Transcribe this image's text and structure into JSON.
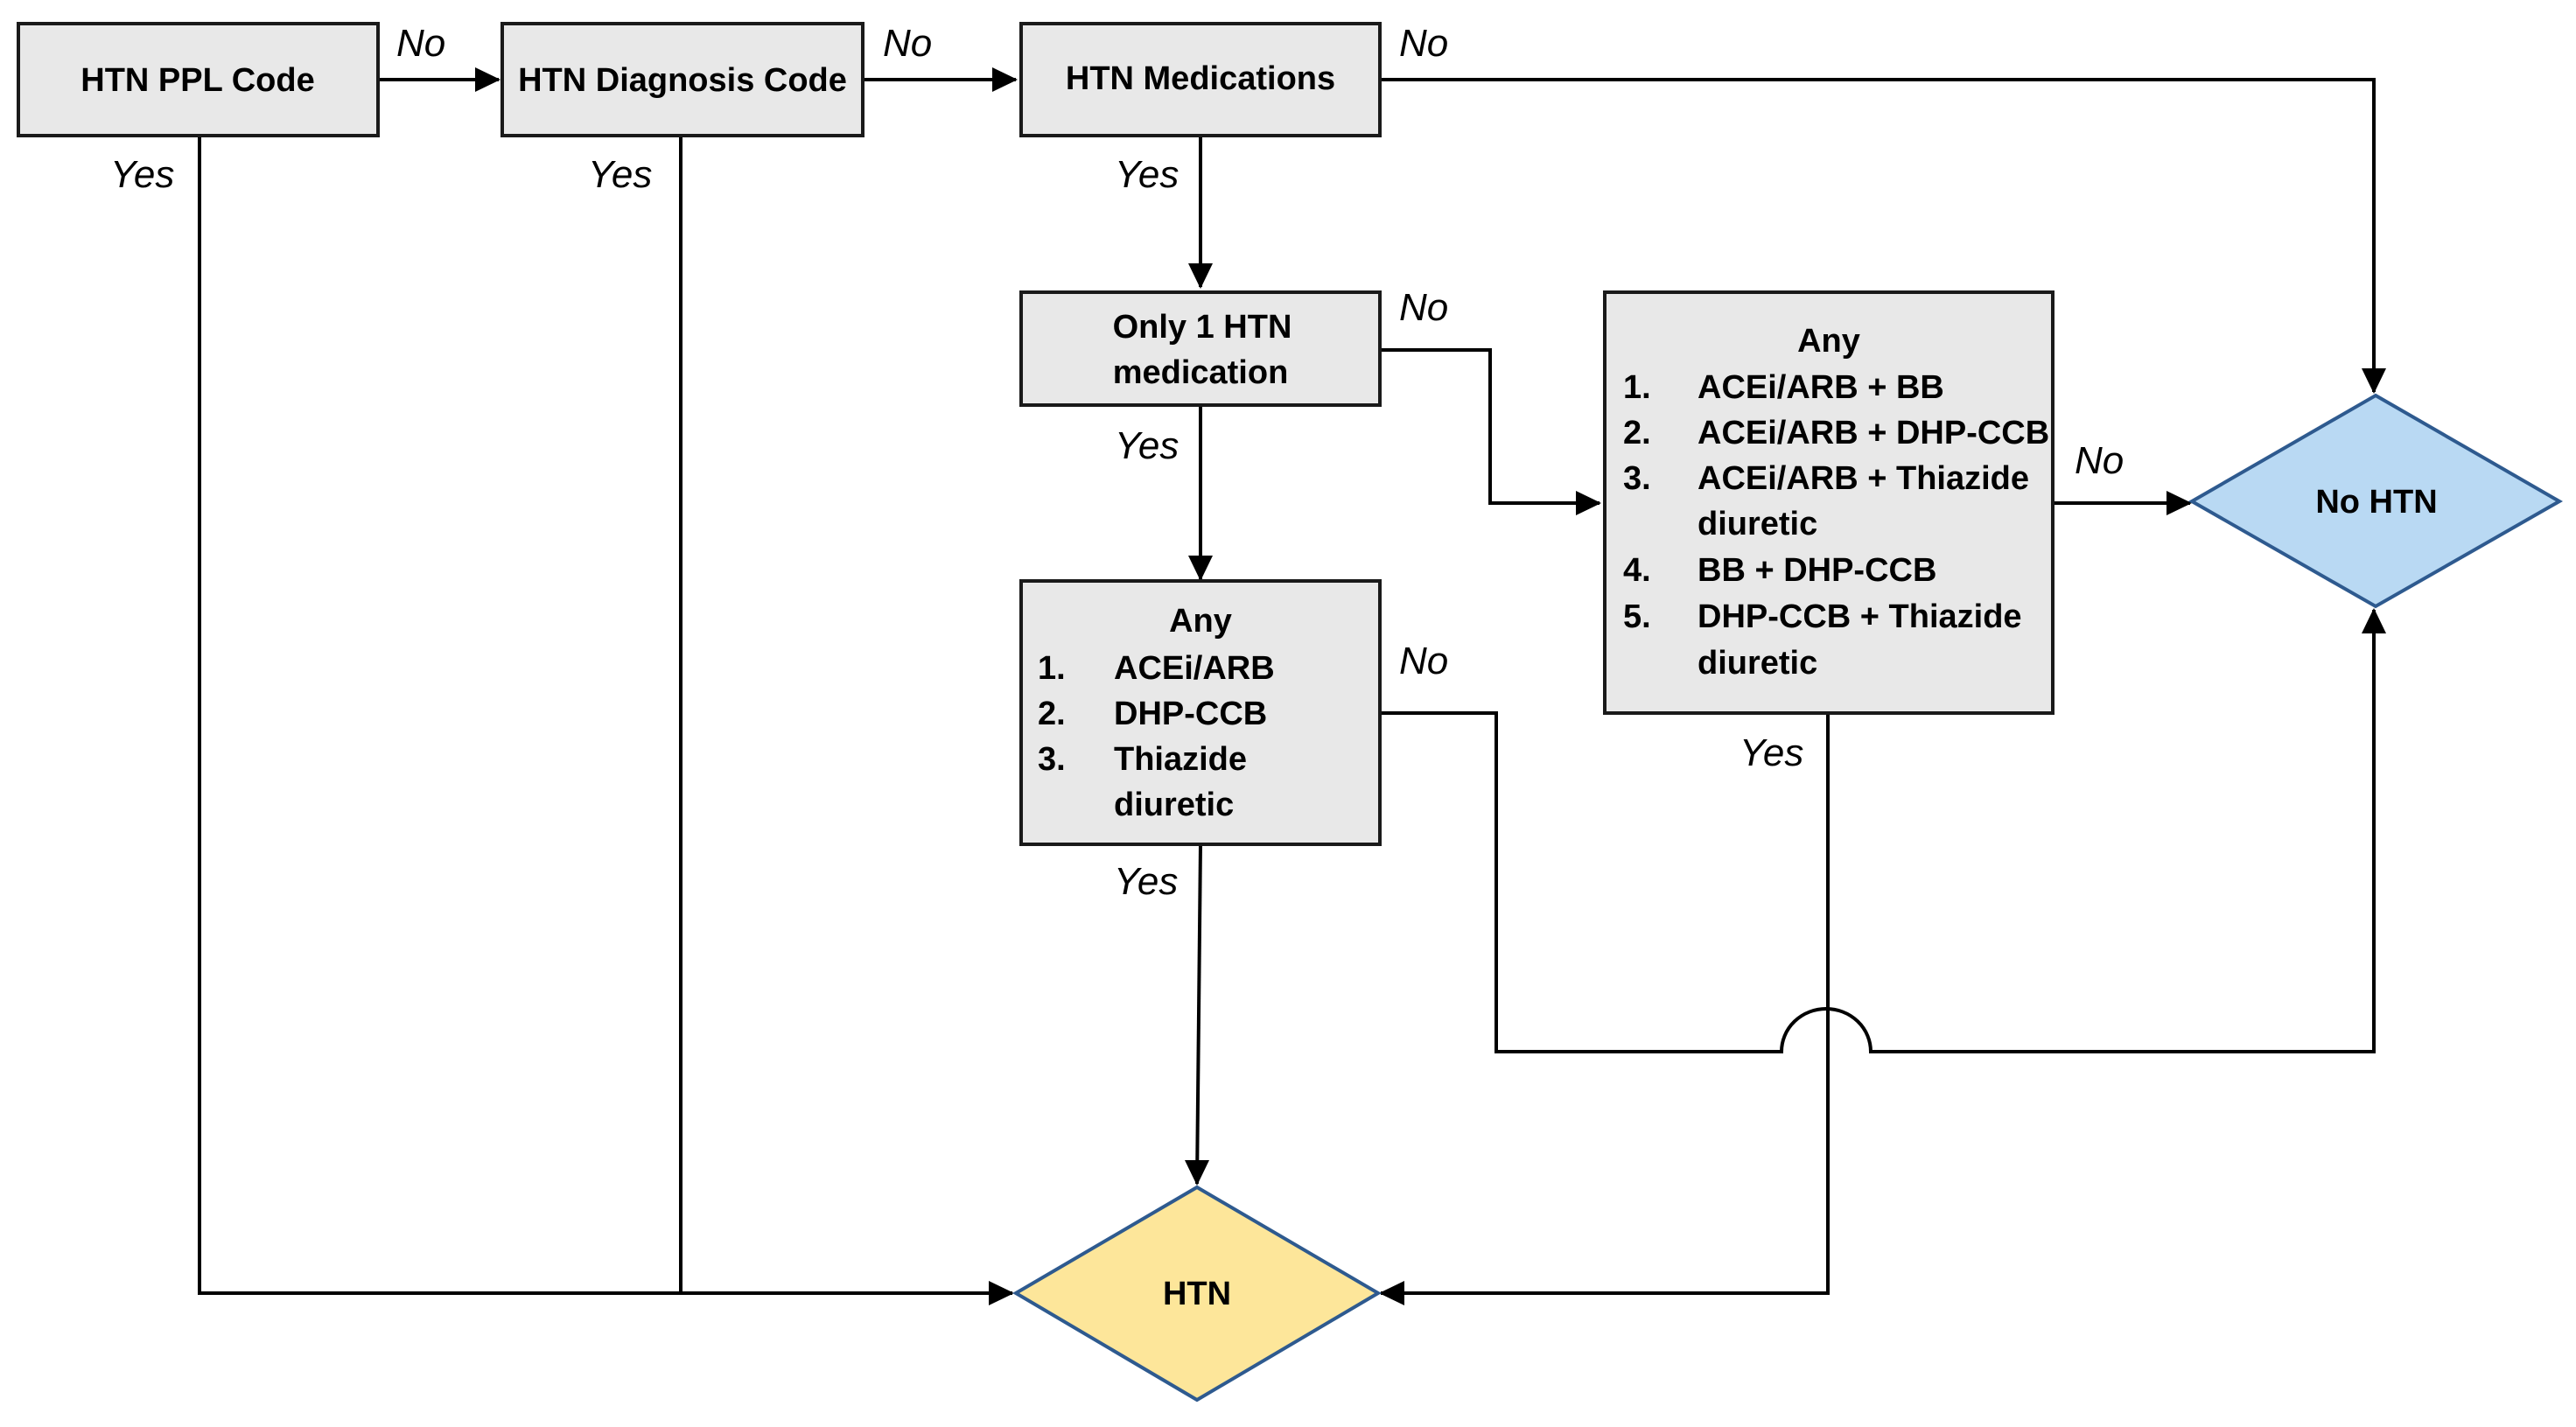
{
  "nodes": {
    "ppl": {
      "label": "HTN PPL Code"
    },
    "dx": {
      "label": "HTN Diagnosis Code"
    },
    "meds": {
      "label": "HTN Medications"
    },
    "only1": {
      "line1": "Only 1 HTN",
      "line2": "medication"
    },
    "single": {
      "title": "Any",
      "items": [
        {
          "num": "1.",
          "lines": [
            "ACEi/ARB"
          ]
        },
        {
          "num": "2.",
          "lines": [
            "DHP-CCB"
          ]
        },
        {
          "num": "3.",
          "lines": [
            "Thiazide",
            "diuretic"
          ]
        }
      ]
    },
    "combo": {
      "title": "Any",
      "items": [
        {
          "num": "1.",
          "lines": [
            "ACEi/ARB + BB"
          ]
        },
        {
          "num": "2.",
          "lines": [
            "ACEi/ARB + DHP-CCB"
          ]
        },
        {
          "num": "3.",
          "lines": [
            "ACEi/ARB + Thiazide",
            "diuretic"
          ]
        },
        {
          "num": "4.",
          "lines": [
            "BB + DHP-CCB"
          ]
        },
        {
          "num": "5.",
          "lines": [
            "DHP-CCB + Thiazide",
            "diuretic"
          ]
        }
      ]
    },
    "htn": {
      "label": "HTN",
      "color": "#fde69a"
    },
    "nohtn": {
      "label": "No HTN",
      "color": "#b9d9f3"
    }
  },
  "edge_labels": {
    "yes": "Yes",
    "no": "No"
  },
  "colors": {
    "box_fill": "#e8e8e8",
    "diamond_stroke": "#2e5a8f"
  }
}
